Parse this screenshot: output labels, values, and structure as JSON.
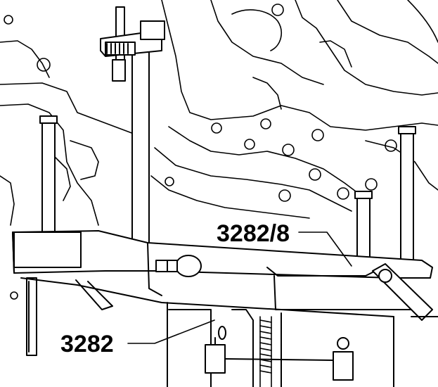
{
  "diagram": {
    "line_color": "#000000",
    "background": "#ffffff",
    "callouts": [
      {
        "id": "label-a",
        "text": "3282/8"
      },
      {
        "id": "label-b",
        "text": "3282"
      }
    ]
  }
}
